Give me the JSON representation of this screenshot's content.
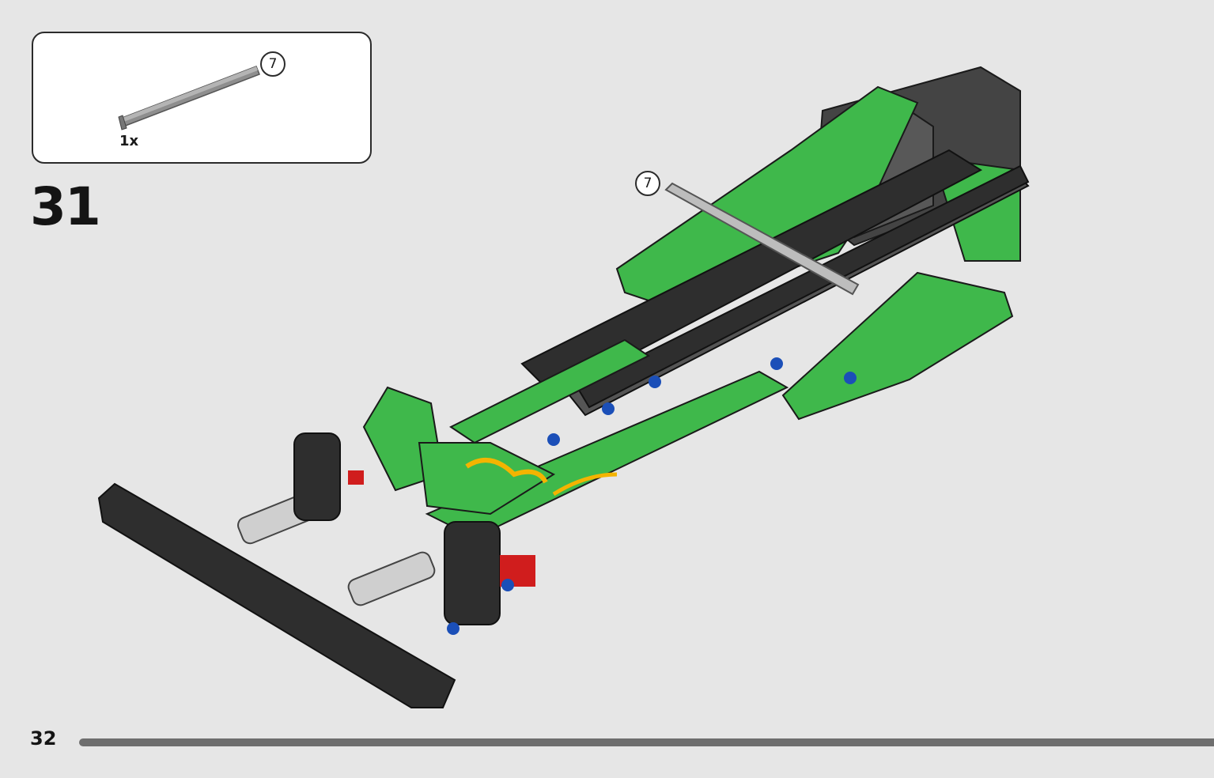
{
  "parts_box": {
    "parts": [
      {
        "name": "axle",
        "length_label": "7",
        "quantity": "1x",
        "color": "#8c8c8c"
      }
    ]
  },
  "step": {
    "number": "31",
    "callout_label": "7"
  },
  "model": {
    "colors": {
      "green": "#3fb84b",
      "green_dark": "#1f7a2c",
      "black": "#2e2e2e",
      "dark_gray": "#555555",
      "light_gray": "#d9d9d9",
      "red": "#d01d1d",
      "blue": "#1b4fb8",
      "yellow": "#f4b400"
    }
  },
  "footer": {
    "page_number": "32"
  }
}
